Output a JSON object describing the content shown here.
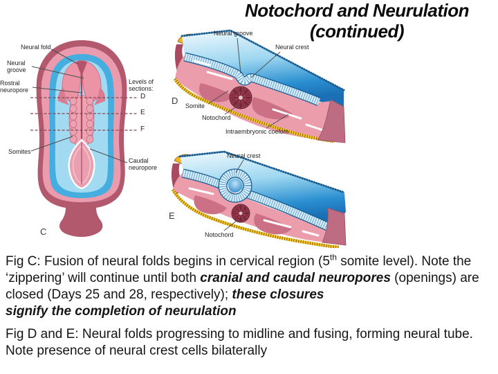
{
  "title": {
    "line1": "Notochord and Neurulation",
    "line2": "(continued)"
  },
  "figure_c": {
    "labels": {
      "neural_fold": "Neural fold",
      "neural_groove": "Neural groove",
      "rostral_neuropore": "Rostral neuropore",
      "levels_heading": "Levels of sections:",
      "level_d": "D",
      "level_e": "E",
      "level_f": "F",
      "somites": "Somites",
      "caudal_neuropore": "Caudal neuropore",
      "panel_letter": "C"
    }
  },
  "figure_d": {
    "labels": {
      "neural_groove": "Neural groove",
      "neural_crest": "Neural crest",
      "panel_letter": "D",
      "somite": "Somite",
      "notochord": "Notochord",
      "intraembryonic_coelom": "Intraembryonic coelom"
    }
  },
  "figure_e": {
    "labels": {
      "neural_crest": "Neural crest",
      "panel_letter": "E",
      "notochord": "Notochord"
    }
  },
  "caption": {
    "paragraph1": [
      {
        "text": "Fig C: Fusion of neural folds begins in cervical region (5"
      },
      {
        "text": "th",
        "sup": true
      },
      {
        "text": " somite level). Note the ‘zippering’ will continue until both "
      },
      {
        "text": "cranial and caudal neuropores",
        "emphasis": true
      },
      {
        "text": " (openings) are closed (Days 25 and 28, respectively); "
      },
      {
        "text": "these closures",
        "emphasis": true
      },
      {
        "br": true
      },
      {
        "text": "signify the completion of neurulation",
        "emphasis": true
      }
    ],
    "paragraph2": [
      {
        "text": "Fig D and E: Neural folds progressing to midline and fusing, forming neural tube. Note presence of neural crest cells bilaterally"
      }
    ]
  },
  "colors": {
    "title_text": "#0b0b0b",
    "body_text": "#151515",
    "label_text": "#222222",
    "ectoderm_blue_deep": "#1d7ec2",
    "ectoderm_blue_light": "#a2daf2",
    "neuroepithelium_band": "#d7eefb",
    "mesoderm_pink": "#ea9cae",
    "mesoderm_mauve": "#bd6c82",
    "somite_dark_red": "#9c3b50",
    "embryo_rim_rose": "#b2596e",
    "endoderm_yellow": "#f3c51f",
    "section_line_maroon": "#8a4550"
  }
}
